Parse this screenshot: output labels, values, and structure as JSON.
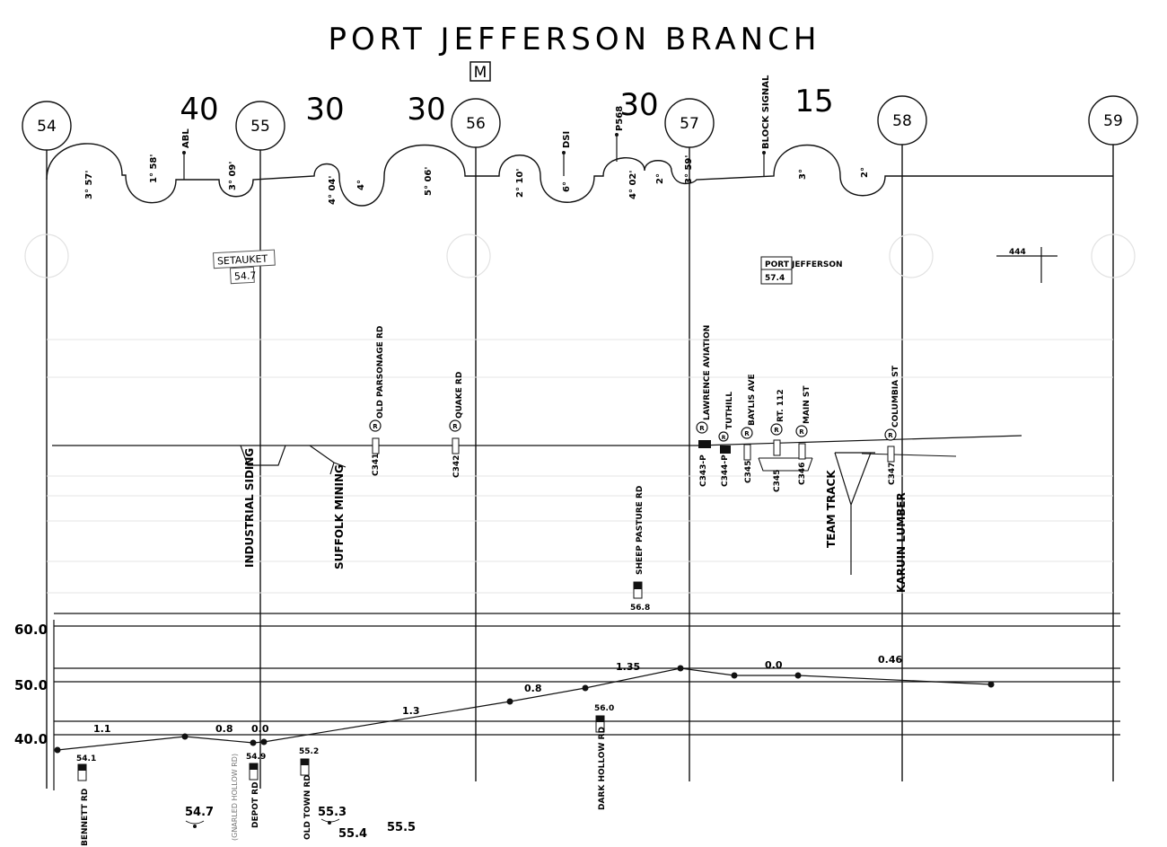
{
  "title": "PORT JEFFERSON BRANCH",
  "m_box": "M",
  "mileposts": [
    "54",
    "55",
    "56",
    "57",
    "58",
    "59"
  ],
  "speed_limits": [
    "40",
    "30",
    "30",
    "30",
    "15"
  ],
  "curves": [
    "3° 57'",
    "1° 58'",
    "3° 09'",
    "4° 04'",
    "4°",
    "5° 06'",
    "2° 10'",
    "6°",
    "4° 02'",
    "2°",
    "3° 59'",
    "3°",
    "2°"
  ],
  "track_labels": {
    "abl": "ABL",
    "dsi": "DSI",
    "p568": "P568",
    "block_signal": "BLOCK SIGNAL"
  },
  "stations": {
    "setauket": {
      "name": "SETAUKET",
      "mp": "54.7"
    },
    "port_jefferson": {
      "name": "PORT JEFFERSON",
      "mp": "57.4"
    }
  },
  "marker_444": "444",
  "crossings": [
    {
      "code": "C341",
      "name": "OLD PARSONAGE RD"
    },
    {
      "code": "C342",
      "name": "QUAKE RD"
    },
    {
      "code": "C343-P",
      "name": "LAWRENCE AVIATION"
    },
    {
      "code": "C344-P",
      "name": "TUTHILL"
    },
    {
      "code": "C345",
      "name": "BAYLIS AVE"
    },
    {
      "code": "C345",
      "name": "RT. 112"
    },
    {
      "code": "C346",
      "name": "MAIN ST"
    },
    {
      "code": "C347",
      "name": "COLUMBIA ST"
    }
  ],
  "sidings": [
    "INDUSTRIAL SIDING",
    "SUFFOLK MINING",
    "TEAM TRACK",
    "KARUIN LUMBER"
  ],
  "sheep_pasture": {
    "name": "SHEEP PASTURE RD",
    "mp": "56.8"
  },
  "elevation_axis": [
    "60.0",
    "50.0",
    "40.0"
  ],
  "grades": [
    "1.1",
    "0.8",
    "0.0",
    "1.3",
    "0.8",
    "1.35",
    "0.0",
    "0.46"
  ],
  "bottom_roads": [
    {
      "name": "BENNETT RD",
      "mp": "54.1"
    },
    {
      "name": "(GNARLED HOLLOW RD)",
      "mp": ""
    },
    {
      "name": "DEPOT RD",
      "mp": "54.9"
    },
    {
      "name": "OLD TOWN RD",
      "mp": "55.2"
    },
    {
      "name": "DARK HOLLOW RD",
      "mp": "56.0"
    }
  ],
  "bottom_mileposts": [
    "54.7",
    "55.3",
    "55.4",
    "55.5"
  ]
}
